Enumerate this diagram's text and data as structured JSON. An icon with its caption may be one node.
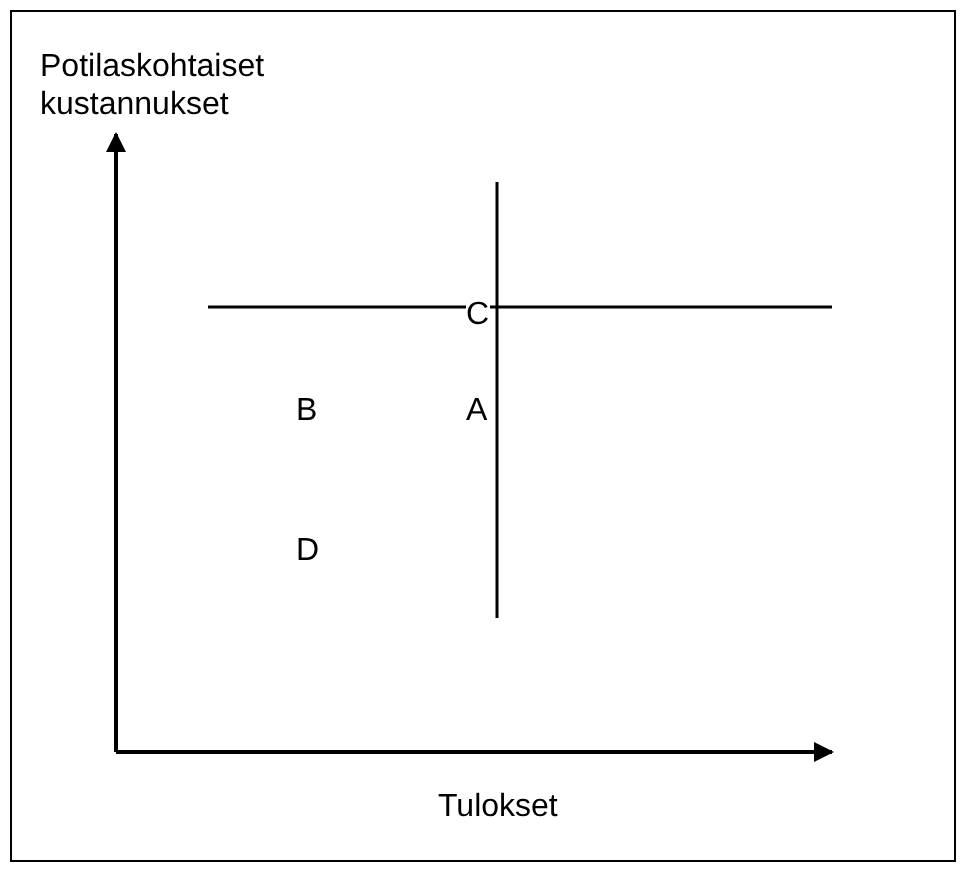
{
  "diagram": {
    "labels": [
      "Potilaskohtaiset kustannukset",
      "C",
      "B",
      "A",
      "D",
      "Tulokset"
    ]
  }
}
